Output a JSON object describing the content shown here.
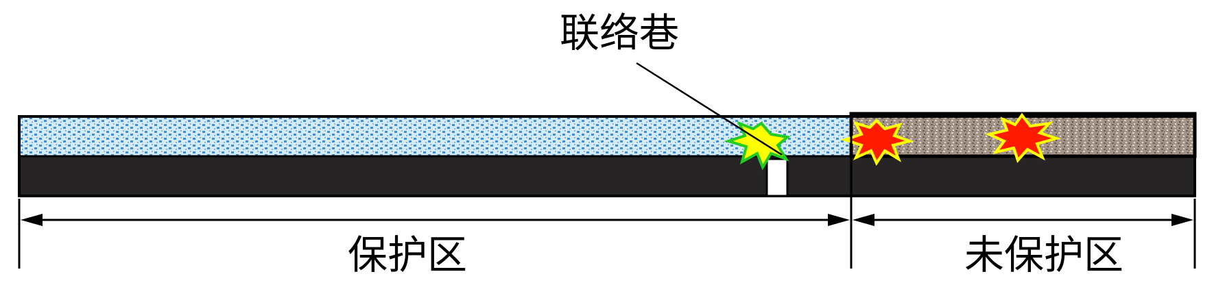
{
  "labels": {
    "connection_roadway": "联络巷",
    "protected_zone": "保护区",
    "unprotected_zone": "未保护区"
  },
  "colors": {
    "protected_seam_fill": "#d6ebf9",
    "protected_seam_dots": "#3d8fd6",
    "unprotected_seam_fill": "#a49488",
    "rock_layer": "#262424",
    "burst_red": "#ff1a00",
    "burst_yellow": "#ffff00",
    "burst_green": "#22cc22"
  },
  "icons": {
    "outburst_green": "burst-star-icon",
    "outburst_red": "burst-star-icon"
  }
}
